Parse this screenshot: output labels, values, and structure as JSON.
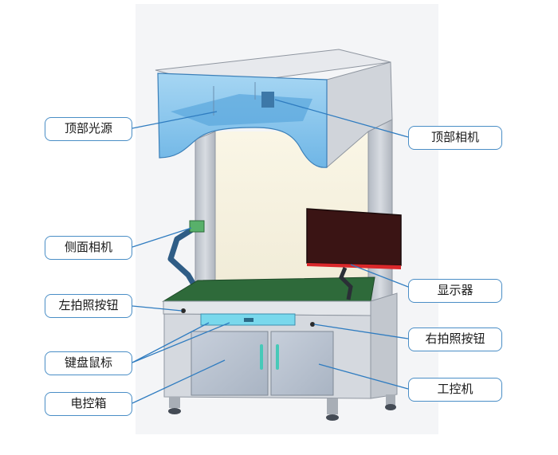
{
  "callouts": {
    "top_light": "顶部光源",
    "top_camera": "顶部相机",
    "side_camera": "侧面相机",
    "monitor": "显示器",
    "left_button": "左拍照按钮",
    "right_button": "右拍照按钮",
    "keyboard_mouse": "键盘鼠标",
    "control_box": "电控箱",
    "industrial_pc": "工控机"
  },
  "colors": {
    "leader_line": "#2f7cc0",
    "callout_border": "#4a8ec6",
    "frame": "#c9ced6",
    "light_box": "#8ec9ee",
    "tabletop": "#2e6a3a",
    "monitor_screen": "#3a1414",
    "monitor_trim": "#d9282b",
    "cabinet_door": "#b9c3d1",
    "handle": "#47c9b8"
  }
}
